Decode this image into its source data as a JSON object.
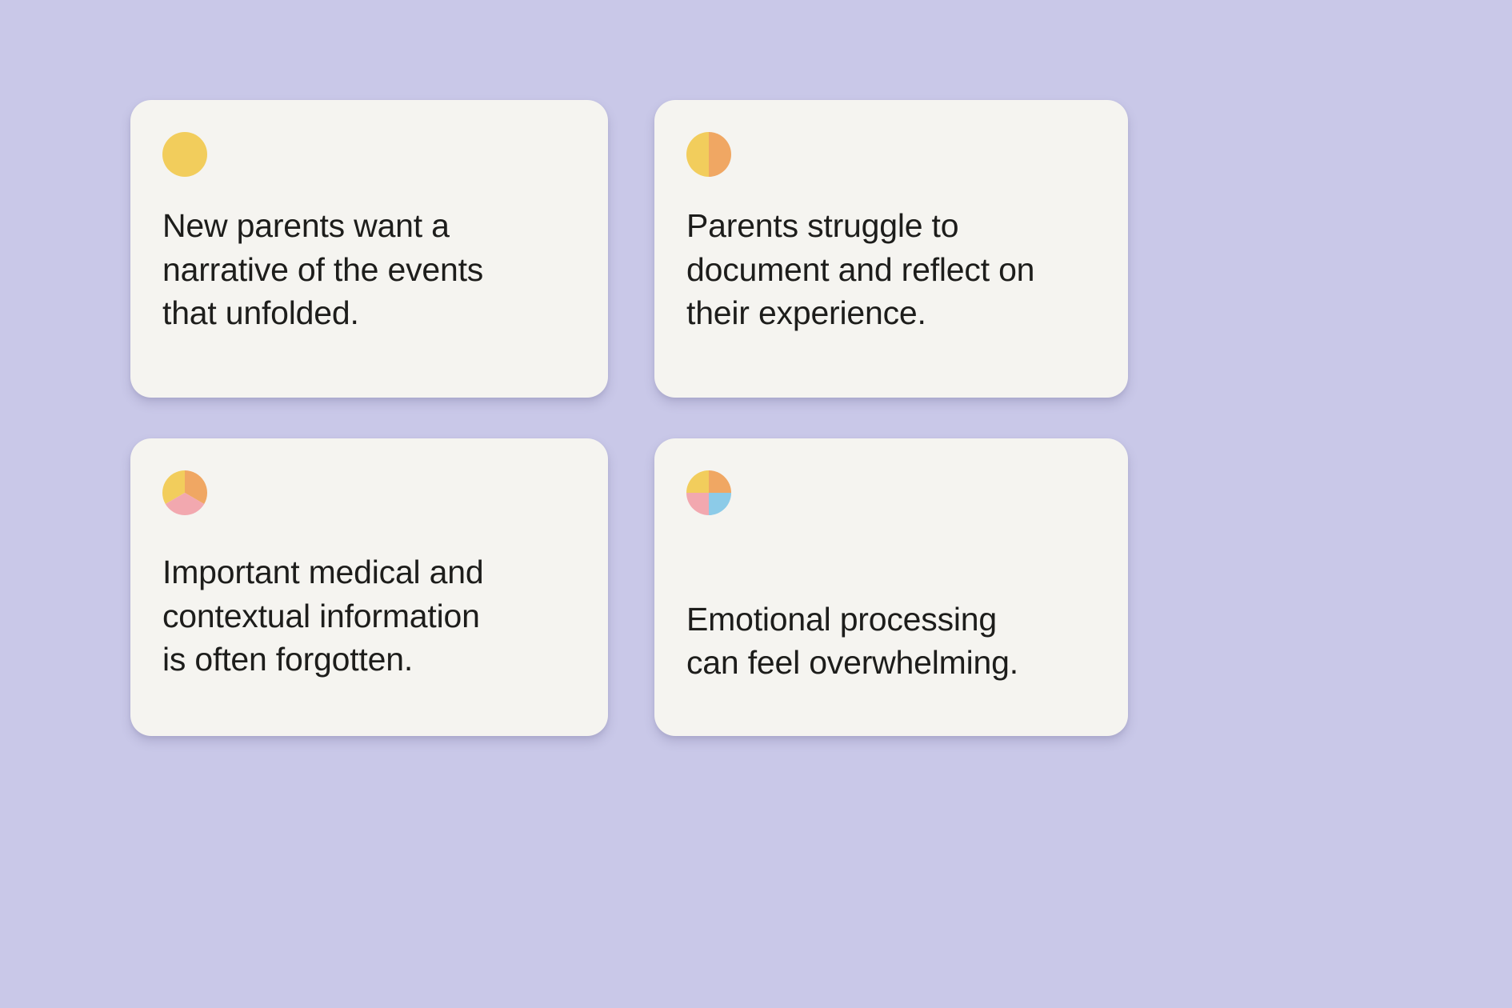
{
  "page": {
    "background_color": "#c9c8e8",
    "card_background_color": "#f5f4f0",
    "text_color": "#1d1d1b"
  },
  "palette": {
    "yellow": "#f2cd5c",
    "orange": "#f0a763",
    "pink": "#f2a8af",
    "blue": "#8ccbe8"
  },
  "cards": [
    {
      "id": "card-1",
      "icon_name": "pie-chart-one-quarter-icon",
      "icon_filled_slices": 1,
      "icon_total_slices": 1,
      "icon_colors": [
        "#f2cd5c"
      ],
      "text": "New parents want a\nnarrative of the events\nthat unfolded."
    },
    {
      "id": "card-2",
      "icon_name": "pie-chart-two-halves-icon",
      "icon_filled_slices": 2,
      "icon_total_slices": 2,
      "icon_colors": [
        "#f2cd5c",
        "#f0a763"
      ],
      "text": "Parents struggle to\ndocument and reflect on\ntheir experience."
    },
    {
      "id": "card-3",
      "icon_name": "pie-chart-three-slices-icon",
      "icon_filled_slices": 3,
      "icon_total_slices": 3,
      "icon_colors": [
        "#f2cd5c",
        "#f0a763",
        "#f2a8af"
      ],
      "text": "Important medical and\ncontextual information\nis often forgotten."
    },
    {
      "id": "card-4",
      "icon_name": "pie-chart-four-quadrants-icon",
      "icon_filled_slices": 4,
      "icon_total_slices": 4,
      "icon_colors": [
        "#f2cd5c",
        "#f0a763",
        "#f2a8af",
        "#8ccbe8"
      ],
      "text": "Emotional processing\ncan feel overwhelming."
    }
  ]
}
